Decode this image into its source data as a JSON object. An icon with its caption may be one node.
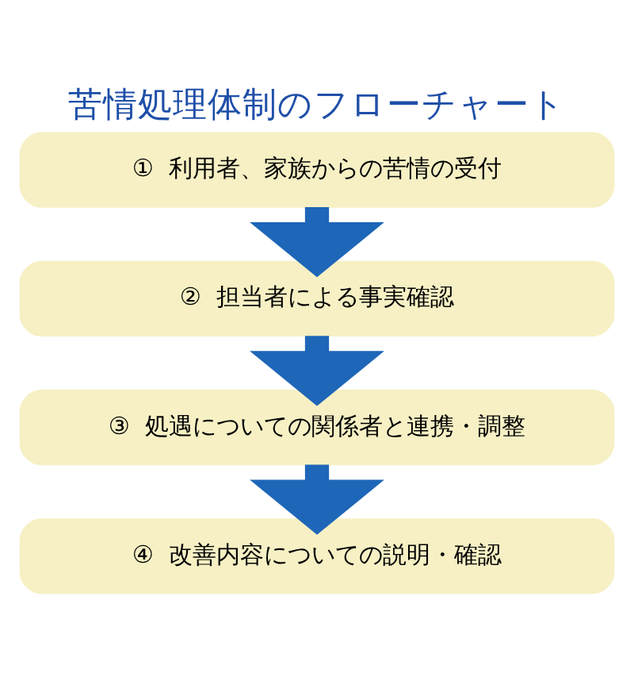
{
  "diagram": {
    "title": "苦情処理体制のフローチャート",
    "nodes": [
      {
        "text": [
          "①  利用者、家族からの苦情の受付"
        ]
      },
      {
        "text": [
          "②  担当者による事実確認"
        ]
      },
      {
        "text": [
          "③  処遇についての関係者と連携・調整"
        ]
      },
      {
        "text": [
          "④  改善内容についての説明・確認"
        ]
      }
    ],
    "edges": [
      {
        "from": 0,
        "to": 1,
        "arrow": "to"
      },
      {
        "from": 1,
        "to": 2,
        "arrow": "to"
      },
      {
        "from": 2,
        "to": 3,
        "arrow": "to"
      }
    ]
  }
}
